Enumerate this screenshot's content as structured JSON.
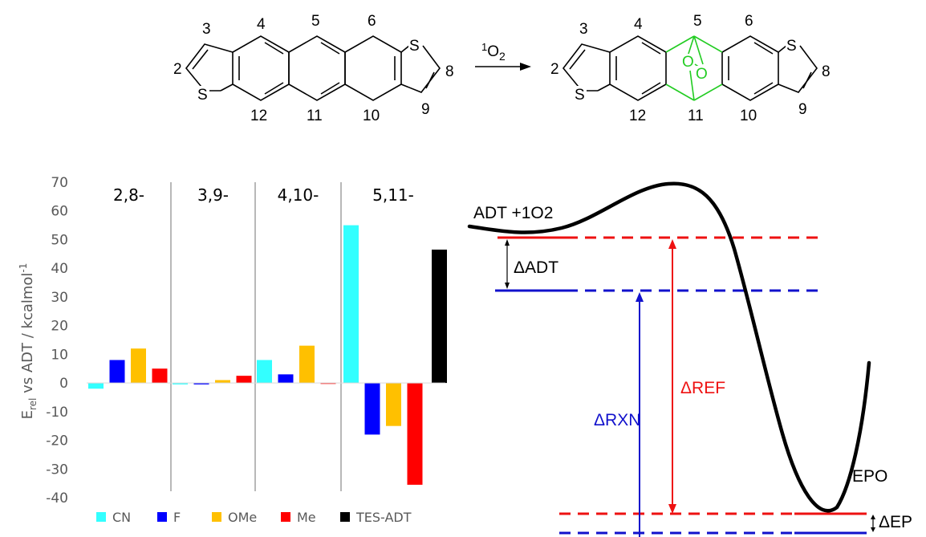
{
  "scheme": {
    "left_numbers": [
      "3",
      "4",
      "5",
      "6",
      "2",
      "8",
      "9",
      "10",
      "11",
      "12"
    ],
    "right_numbers": [
      "3",
      "4",
      "5",
      "6",
      "2",
      "8",
      "9",
      "10",
      "11",
      "12"
    ],
    "atom_S": "S",
    "atom_O": "O",
    "reagent_sup": "1",
    "reagent_main": "O",
    "reagent_sub": "2"
  },
  "chart_data": [
    {
      "type": "bar",
      "ylabel_main": "E",
      "ylabel_sub": "rel",
      "ylabel_rest": " vs ADT / kcalmol",
      "ylabel_sup": "-1",
      "ylim": [
        -40,
        70
      ],
      "yticks": [
        "70",
        "60",
        "50",
        "40",
        "30",
        "20",
        "10",
        "0",
        "-10",
        "-20",
        "-30",
        "-40"
      ],
      "groups": [
        "2,8-",
        "3,9-",
        "4,10-",
        "5,11-"
      ],
      "legend": [
        "CN",
        "F",
        "OMe",
        "Me",
        "TES-ADT"
      ],
      "colors": {
        "CN": "#33FFFF",
        "F": "#0000FF",
        "OMe": "#FFC000",
        "Me": "#FF0000",
        "TES-ADT": "#000000"
      },
      "series": [
        {
          "name": "CN",
          "values": [
            -2,
            -0.5,
            8,
            55
          ]
        },
        {
          "name": "F",
          "values": [
            8,
            -0.5,
            3,
            -18
          ]
        },
        {
          "name": "OMe",
          "values": [
            12,
            1,
            13,
            -15
          ]
        },
        {
          "name": "Me",
          "values": [
            5,
            2.5,
            0,
            -35.5
          ]
        },
        {
          "name": "TES-ADT",
          "values": [
            null,
            null,
            null,
            46.5
          ]
        }
      ]
    },
    {
      "type": "line",
      "labels": {
        "start": "ADT +1O2",
        "adt": "ΔADT",
        "rxn": "ΔRXN",
        "ref": "ΔREF",
        "epo": "EPO",
        "ep": "ΔEP"
      }
    }
  ]
}
